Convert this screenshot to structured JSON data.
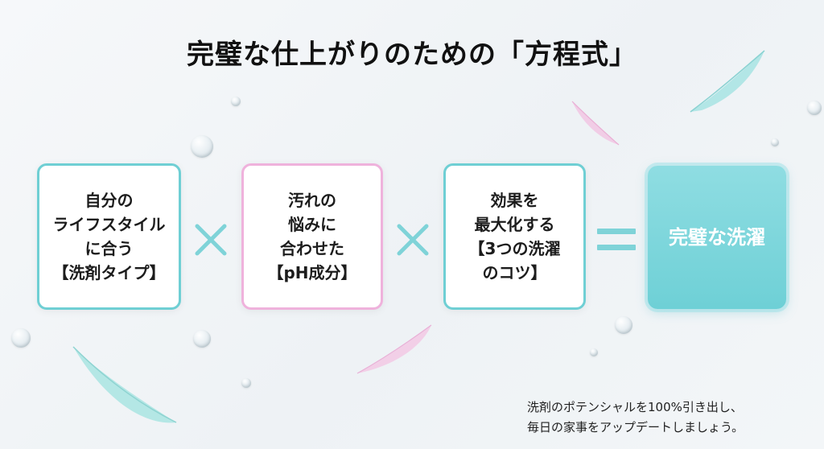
{
  "title": "完璧な仕上がりのための「方程式」",
  "cards": [
    {
      "text": "自分の\nライフスタイル\nに合う\n【洗剤タイプ】",
      "border_color": "#6fcfd4"
    },
    {
      "text": "汚れの\n悩みに\n合わせた\n【pH成分】",
      "border_color": "#efb2dc"
    },
    {
      "text": "効果を\n最大化する\n【3つの洗濯\nのコツ】",
      "border_color": "#6fcfd4"
    }
  ],
  "result": {
    "text": "完璧な洗濯"
  },
  "operators": {
    "icon_1": "times-icon",
    "icon_2": "times-icon",
    "icon_3": "equals-icon",
    "color": "#7fd3d8"
  },
  "footnote": "洗剤のポテンシャルを100%引き出し、\n毎日の家事をアップデートしましょう。",
  "decorations": {
    "feathers": [
      "teal-feather",
      "pink-feather",
      "teal-feather",
      "pink-feather"
    ],
    "droplets": "water-droplet"
  }
}
